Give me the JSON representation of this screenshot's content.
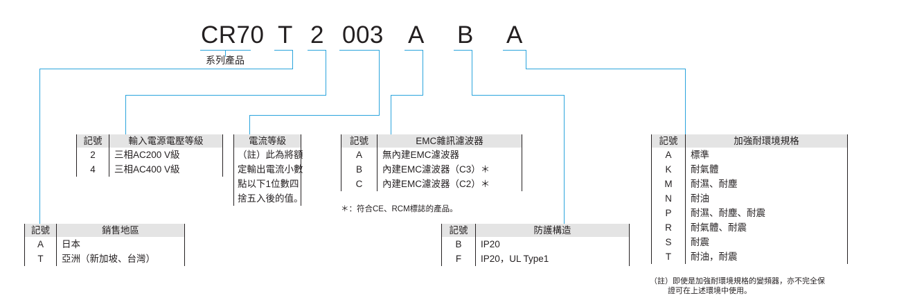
{
  "model": {
    "parts": [
      {
        "text": "CR70"
      },
      {
        "text": "T"
      },
      {
        "text": "2"
      },
      {
        "text": "003"
      },
      {
        "text": "A"
      },
      {
        "text": "B"
      },
      {
        "text": "A"
      }
    ],
    "series_label": "系列產品"
  },
  "colors": {
    "connector": "#29a3dc",
    "header_bg": "#e4e4e4",
    "text": "#231f20"
  },
  "tables": {
    "voltage": {
      "headers": [
        "記號",
        "輸入電源電壓等級"
      ],
      "rows": [
        [
          "2",
          "三相AC200 V級"
        ],
        [
          "4",
          "三相AC400 V級"
        ]
      ]
    },
    "current": {
      "header": "電流等級",
      "note_lines": [
        "（註）此為將額",
        "定輸出電流小數",
        "點以下1位數四",
        "捨五入後的值。"
      ]
    },
    "emc": {
      "headers": [
        "記號",
        "EMC雜訊濾波器"
      ],
      "rows": [
        [
          "A",
          "無內建EMC濾波器"
        ],
        [
          "B",
          "內建EMC濾波器（C3）＊"
        ],
        [
          "C",
          "內建EMC濾波器（C2）＊"
        ]
      ],
      "footnote": "＊：符合CE、RCM標誌的產品。"
    },
    "environment": {
      "headers": [
        "記號",
        "加強耐環境規格"
      ],
      "rows": [
        [
          "A",
          "標準"
        ],
        [
          "K",
          "耐氣體"
        ],
        [
          "M",
          "耐濕、耐塵"
        ],
        [
          "N",
          "耐油"
        ],
        [
          "P",
          "耐濕、耐塵、耐震"
        ],
        [
          "R",
          "耐氣體、耐震"
        ],
        [
          "S",
          "耐震"
        ],
        [
          "T",
          "耐油，耐震"
        ]
      ],
      "footnote_line1": "（註）即使是加強耐環境規格的變頻器，亦不完全保",
      "footnote_line2": "證可在上述環境中使用。"
    },
    "region": {
      "headers": [
        "記號",
        "銷售地區"
      ],
      "rows": [
        [
          "A",
          "日本"
        ],
        [
          "T",
          "亞洲（新加坡、台灣）"
        ]
      ]
    },
    "protection": {
      "headers": [
        "記號",
        "防護構造"
      ],
      "rows": [
        [
          "B",
          "IP20"
        ],
        [
          "F",
          "IP20，UL Type1"
        ]
      ]
    }
  }
}
